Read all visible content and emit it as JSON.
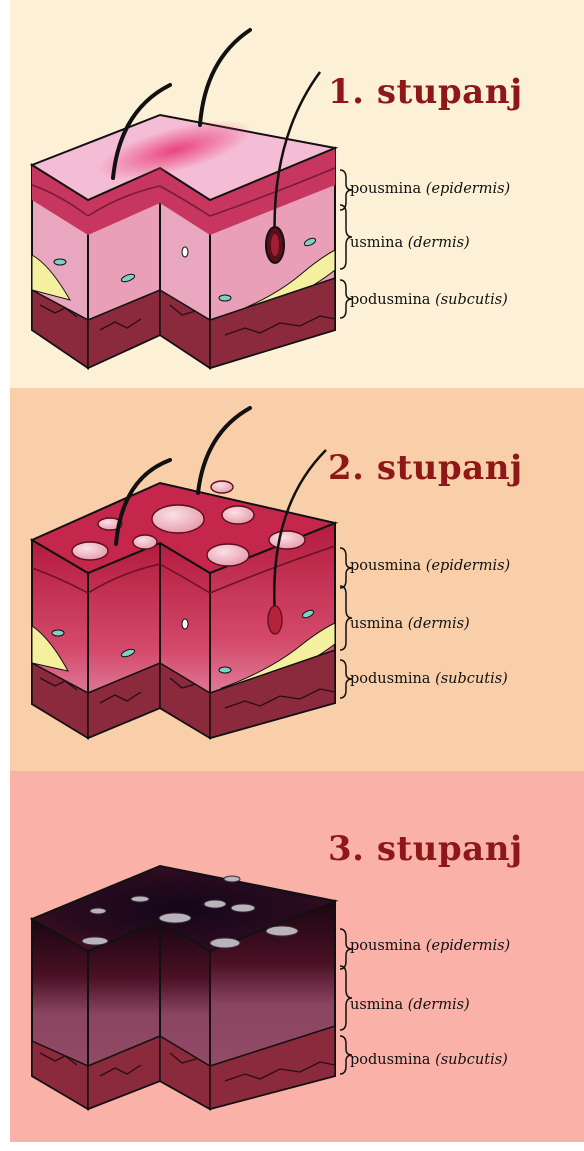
{
  "panels": [
    {
      "title": "1. stupanj",
      "layers": [
        {
          "name": "pousmina",
          "latin": "(epidermis)"
        },
        {
          "name": "usmina",
          "latin": "(dermis)"
        },
        {
          "name": "podusmina",
          "latin": "(subcutis)"
        }
      ]
    },
    {
      "title": "2. stupanj",
      "layers": [
        {
          "name": "pousmina",
          "latin": "(epidermis)"
        },
        {
          "name": "usmina",
          "latin": "(dermis)"
        },
        {
          "name": "podusmina",
          "latin": "(subcutis)"
        }
      ]
    },
    {
      "title": "3. stupanj",
      "layers": [
        {
          "name": "pousmina",
          "latin": "(epidermis)"
        },
        {
          "name": "usmina",
          "latin": "(dermis)"
        },
        {
          "name": "podusmina",
          "latin": "(subcutis)"
        }
      ]
    }
  ],
  "colors": {
    "panel1_bg": "#fcf0d6",
    "panel2_bg": "#f9cfaa",
    "panel3_bg": "#f9b1a8",
    "title": "#8e1818"
  }
}
